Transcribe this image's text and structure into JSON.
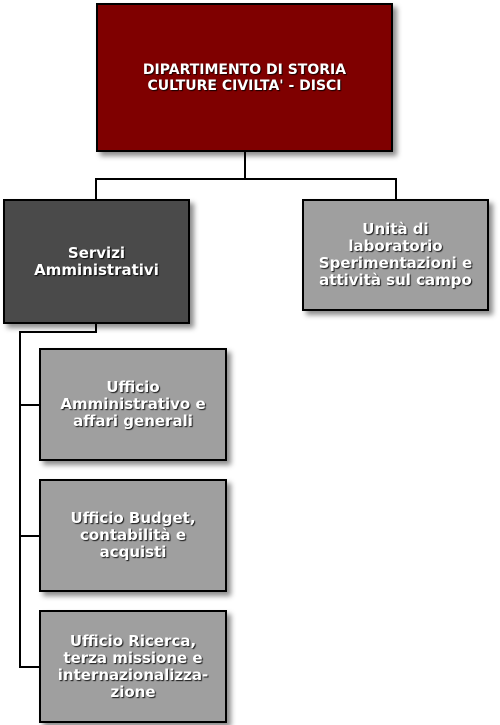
{
  "root": {
    "lines": [
      "DIPARTIMENTO DI STORIA",
      "CULTURE CIVILTA' - DISCI"
    ]
  },
  "servizi": {
    "lines": [
      "Servizi",
      "Amministrativi"
    ]
  },
  "laboratorio": {
    "lines": [
      "Unità di",
      "laboratorio",
      "Sperimentazioni e",
      "attività sul campo"
    ]
  },
  "uffici": [
    {
      "lines": [
        "Ufficio",
        "Amministrativo e",
        "affari generali"
      ]
    },
    {
      "lines": [
        "Ufficio Budget,",
        "contabilità e",
        "acquisti"
      ]
    },
    {
      "lines": [
        "Ufficio Ricerca,",
        "terza missione e",
        "internazionalizza-",
        "zione"
      ]
    }
  ],
  "colors": {
    "root": "#7f0000",
    "servizi": "#4a4a4a",
    "leaf": "#9f9f9f"
  }
}
